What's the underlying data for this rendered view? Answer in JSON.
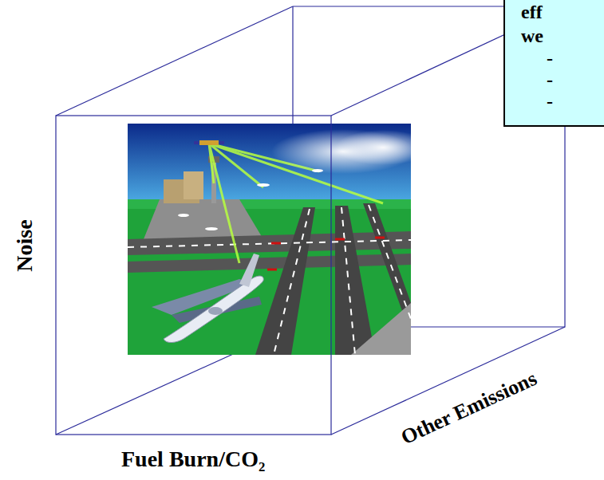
{
  "diagram": {
    "nodes": [
      {
        "text": [
          "eff we",
          "-",
          "-",
          "-"
        ]
      }
    ],
    "labels": [
      "Noise",
      "Fuel Burn/CO₂",
      "Other Emissions"
    ]
  }
}
